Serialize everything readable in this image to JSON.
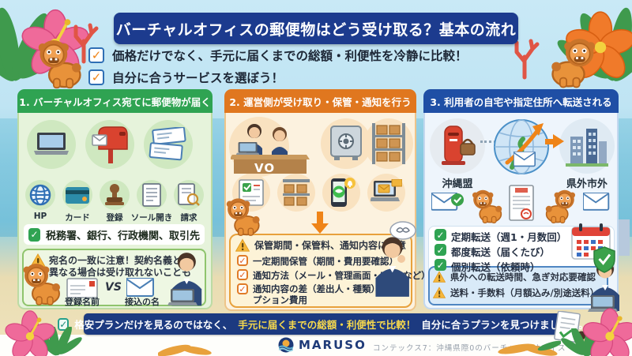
{
  "page": {
    "title": "バーチャルオフィスの郵便物はどう受け取る？基本の流れ",
    "intro_checks": [
      "価格だけでなく、手元に届くまでの総額・利便性を冷静に比較！",
      "自分に合うサービスを選ぼう！"
    ]
  },
  "step1": {
    "header": "1. バーチャルオフィス宛てに郵便物が届く",
    "sender_labels": [
      "HP",
      "カード",
      "登録",
      "ソール開き",
      "請求"
    ],
    "check_line": "税務署、銀行、行政機関、取引先",
    "warning_line1": "宛名の一致に注意！契約名義と",
    "warning_line2": "異なる場合は受け取れないことも",
    "compare": {
      "left": "登録名前",
      "vs": "VS",
      "right": "接込の名"
    }
  },
  "step2": {
    "header": "2. 運営側が受け取り・保管・通知を行う",
    "desk_label": "VO",
    "warning": "保管期間・保管料、通知内容に注意",
    "checks": [
      "一定期間保管（期間・費用要確認）",
      "通知方法（メール・管理画面・LINEなど）",
      "通知内容の差（差出人・種類）、オプション費用"
    ]
  },
  "step3": {
    "header": "3. 利用者の自宅や指定住所へ転送される",
    "from_label": "沖縄盟",
    "to_label": "県外市外",
    "checks": [
      "定期転送（週1・月数回）",
      "都度転送（届くたび）",
      "個別転送（依頼時）"
    ],
    "warnings": [
      "県外への転送時間、急ぎ対応要確認",
      "送料・手数料（月額込み/別途送料）"
    ]
  },
  "banner": {
    "pre": "格安プランだけを見るのではなく、",
    "highlight": "手元に届くまでの総額・利便性で比較！",
    "post": "自分に合うプランを見つけましょう。"
  },
  "footer": {
    "brand": "MARUSO",
    "note": "コンテックス7：沖縄県際0のバーチャルクオフィス"
  },
  "icons": {
    "intro_checkbox": "check-icon",
    "warning": "warning-triangle-icon"
  },
  "colors": {
    "title_navy": "#1c3b8e",
    "step1_green": "#2fa352",
    "step2_orange": "#e0771f",
    "step3_blue": "#1f4fa5",
    "banner_navy": "#1c3a80",
    "highlight_yellow": "#f7d94c",
    "check_mark": "✓",
    "warn_mark": "!"
  }
}
